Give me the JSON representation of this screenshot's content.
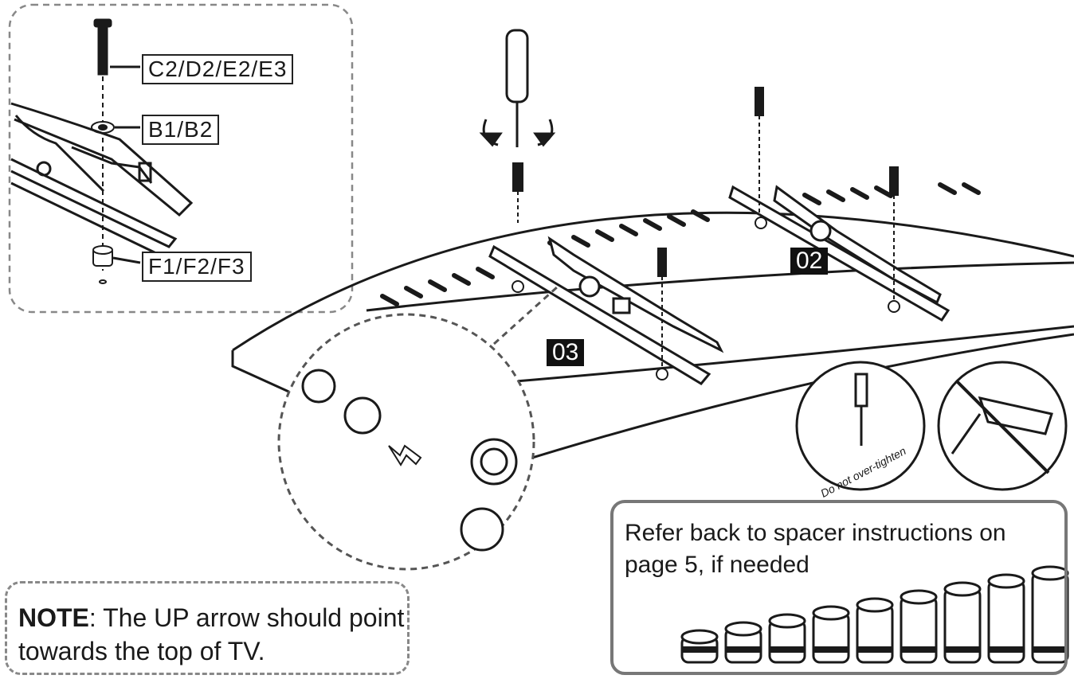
{
  "callouts": {
    "screw_label": "C2/D2/E2/E3",
    "washer_label": "B1/B2",
    "spacer_label": "F1/F2/F3"
  },
  "step_tags": {
    "left_bracket": "03",
    "right_bracket": "02"
  },
  "caution": {
    "text": "Do not over-tighten",
    "icons": [
      "hand-screwdriver-icon",
      "no-power-drill-icon"
    ]
  },
  "note": {
    "prefix": "NOTE",
    "text": ": The UP arrow should point towards the top of TV."
  },
  "spacer_info": {
    "text": "Refer back to spacer instructions on page 5, if needed",
    "spacer_count": 9
  },
  "colors": {
    "line": "#1a1a1a",
    "dash_border": "#888888",
    "box_border": "#777777",
    "tag_bg": "#111111"
  }
}
